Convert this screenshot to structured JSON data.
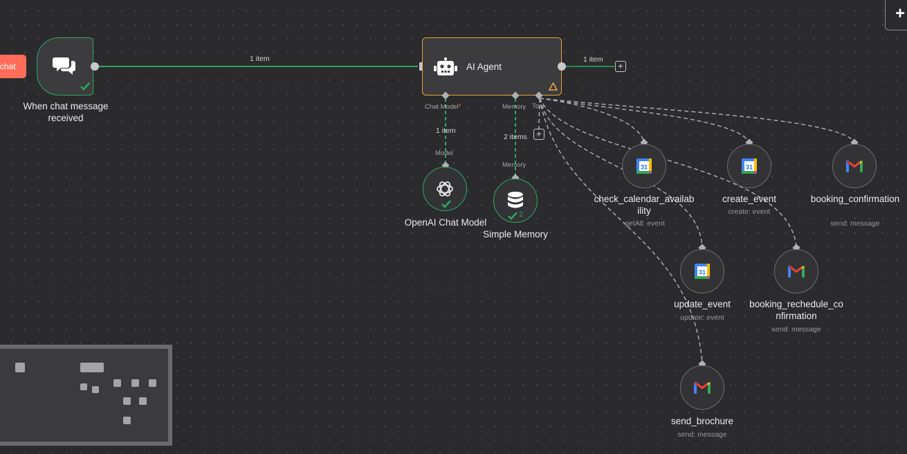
{
  "trigger_button": {
    "label": "chat"
  },
  "nodes": {
    "chat_trigger": {
      "label": "When chat message received",
      "icon": "chat-bubbles-icon"
    },
    "ai_agent": {
      "label": "AI Agent",
      "icon": "robot-icon",
      "warning_icon": "warning-triangle-icon"
    },
    "openai": {
      "label": "OpenAI Chat Model",
      "icon": "openai-icon"
    },
    "memory": {
      "label": "Simple Memory",
      "icon": "database-icon",
      "run_count": "2"
    },
    "check_calendar": {
      "label": "check_calendar_availability",
      "sub": "getAll: event",
      "icon": "google-calendar-icon"
    },
    "create_event": {
      "label": "create_event",
      "sub": "create: event",
      "icon": "google-calendar-icon"
    },
    "booking_confirmation": {
      "label": "booking_confirmation",
      "sub": "send: message",
      "icon": "gmail-icon"
    },
    "update_event": {
      "label": "update_event",
      "sub": "update: event",
      "icon": "google-calendar-icon"
    },
    "booking_reschedule": {
      "label": "booking_rechedule_confirmation",
      "sub": "send: message",
      "icon": "gmail-icon"
    },
    "send_brochure": {
      "label": "send_brochure",
      "sub": "send: message",
      "icon": "gmail-icon"
    }
  },
  "ports": {
    "chat_model": "Chat Model",
    "required_mark": "*",
    "memory": "Memory",
    "tool": "Tool",
    "model_in": "Model",
    "memory_in": "Memory"
  },
  "connections": {
    "trigger_to_agent": "1 item",
    "agent_output": "1 item",
    "model_items": "1 item",
    "memory_items": "2 items"
  },
  "colors": {
    "canvas": "#2b2b2d",
    "success": "#2fa863",
    "agent_border": "#e9a23b",
    "trigger_button": "#ff6d5a"
  },
  "toolbar": {
    "add_node_icon": "plus-icon"
  }
}
